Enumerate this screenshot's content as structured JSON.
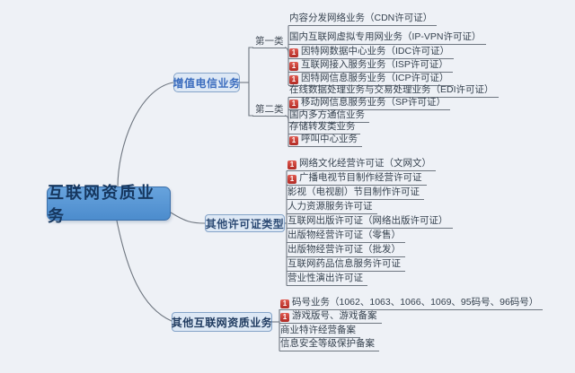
{
  "title": "互联网资质业务",
  "colors": {
    "background": "#eef1f6",
    "line": "#6e7680",
    "item_text": "#36424f",
    "root_fill": "#4c8ccd",
    "root_border": "#3b6fa9",
    "root_text": "#16375f",
    "branch_fill": "#dde8f5",
    "branch_border": "#84a3c8",
    "branch_text": "#2c4a74",
    "marker_red": "#b02a24"
  },
  "marker_icon": {
    "name": "priority-1-icon",
    "glyph": "1"
  },
  "branches": [
    {
      "label": "增值电信业务",
      "groups": [
        {
          "label": "第一类",
          "items": [
            {
              "label": "内容分发网络业务（CDN许可证）",
              "marker": false
            },
            {
              "label": "国内互联网虚拟专用网业务（IP-VPN许可证）",
              "marker": false
            },
            {
              "label": "因特网数据中心业务（IDC许可证）",
              "marker": true
            },
            {
              "label": "互联网接入服务业务（ISP许可证）",
              "marker": true
            },
            {
              "label": "因特网信息服务业务（ICP许可证）",
              "marker": true
            }
          ]
        },
        {
          "label": "第二类",
          "items": [
            {
              "label": "在线数据处理业务与交易处理业务（EDI许可证）",
              "marker": false
            },
            {
              "label": "移动网信息服务业务（SP许可证）",
              "marker": true
            },
            {
              "label": "国内多方通信业务",
              "marker": false
            },
            {
              "label": "存储转发类业务",
              "marker": false
            },
            {
              "label": "呼叫中心业务",
              "marker": true
            }
          ]
        }
      ]
    },
    {
      "label": "其他许可证类型",
      "groups": [
        {
          "label": "",
          "items": [
            {
              "label": "网络文化经营许可证（文网文）",
              "marker": true
            },
            {
              "label": "广播电视节目制作经营许可证",
              "marker": true
            },
            {
              "label": "影视（电视剧）节目制作许可证",
              "marker": false
            },
            {
              "label": "人力资源服务许可证",
              "marker": false
            },
            {
              "label": "互联网出版许可证（网络出版许可证）",
              "marker": false
            },
            {
              "label": "出版物经营许可证（零售）",
              "marker": false
            },
            {
              "label": "出版物经营许可证（批发）",
              "marker": false
            },
            {
              "label": "互联网药品信息服务许可证",
              "marker": false
            },
            {
              "label": "营业性演出许可证",
              "marker": false
            }
          ]
        }
      ]
    },
    {
      "label": "其他互联网资质业务",
      "groups": [
        {
          "label": "",
          "items": [
            {
              "label": "码号业务（1062、1063、1066、1069、95码号、96码号）",
              "marker": true
            },
            {
              "label": "游戏版号、游戏备案",
              "marker": true
            },
            {
              "label": "商业特许经营备案",
              "marker": false
            },
            {
              "label": "信息安全等级保护备案",
              "marker": false
            }
          ]
        }
      ]
    }
  ]
}
